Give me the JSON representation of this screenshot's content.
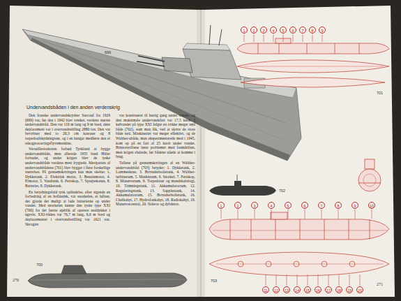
{
  "diagram": {
    "title": "Undervandsbåden i den anden verdenskrig",
    "labels": [
      "699",
      "Den franske undervandskrydser Surcouf fra 1929 (699) var, før den i 1942 blev sænket, verdens største undervandsbåd. Den var 110 m lang og 9 m bred, dens deplacement var i overvandsstilling 2880 ton. Den var bevæbnet med to 20,3 cm kanoner og 8 torpedoafskydningsrør, og i en hangar medførte den et rekognosceringsflyvemaskine.",
      "Versaillestraktaten forbød Tyskland at bygge undervandsbåde, men allerede 1935 brød Hitler forbudet, og under krigen blev de tyske undervandsbåde verdens mest frygtede. Mestparten af undervandsbådene (701) blev bygget i flere forskellige størrelser. På gennemskæringen kan man skelne: 1. Dykketank, 2. Elektrisk motor, 3. Benzinmotor, 4. Elmotor, 5. Vandtank, 6. Periskop, 7. Sprøjtekonus, 8. Batterier, 9. Dykketank.",
      "En betydningsfuld tysk opfindelse, efter sigende en forbedring af en hollandsk, var snorkelen, et luftrør, der gjorde det muligt at lade batterierne op under vandet. Med snorkelen kunne den tyske type XXI (700) fra det første øjeblik af operere neddykket i ugevis. XXI-båden var 76,7 m lang, 6,6 m bred og deplacementet i overvandsstilling var 1621 ton. Skrogets",
      "var konstrueret til hurtig gang under vandet, og den maksimale undervandsfart var 17,5 knob. I kølvandet på type XXI fulgte en række meget små både (702), som man fik, ved at skære de store både ned. Maskineriet var meget effektivt, og de Walther-ubåde, man eksperimenterede med i 1945, kom op på en fart af 25 knob under vandet. Brintoveriltene løste problemet med fremdriften, men krigen sluttede, før bådene nåede at komme i brug.",
      "Tallene på gennemskæringen af en Walther-undervandsbåd (703) betyder: 1. Dykketank, 2. Lommeskrue, 3. Brændselsolietank, 4. Walther-turbinerum, 5. Maskinrum, 6. Snorkel, 7. Periskop, 8. Manøvrerum, 9. Torpedorør og mandskabslogi, 10. Trimningstank, 11. Akkumulatorrum, 12. Reguleringstank, 13. Sapplustank, 14. Akkumulatorrum, 15. Brændselsolietank, 16. Chefkahyt, 17. Hydrofonkahyt, 18. Radiokahyt, 19. Manøvrecentral, 20. Sideror og dybderor.",
      "270",
      "700",
      "701",
      "1",
      "2",
      "3",
      "4",
      "5",
      "6",
      "7",
      "8",
      "9",
      "702",
      "703",
      "1",
      "2",
      "3",
      "4",
      "5",
      "6",
      "7",
      "8",
      "9",
      "10",
      "11",
      "12",
      "13",
      "14",
      "15",
      "16",
      "17",
      "18",
      "19",
      "20",
      "271"
    ]
  }
}
